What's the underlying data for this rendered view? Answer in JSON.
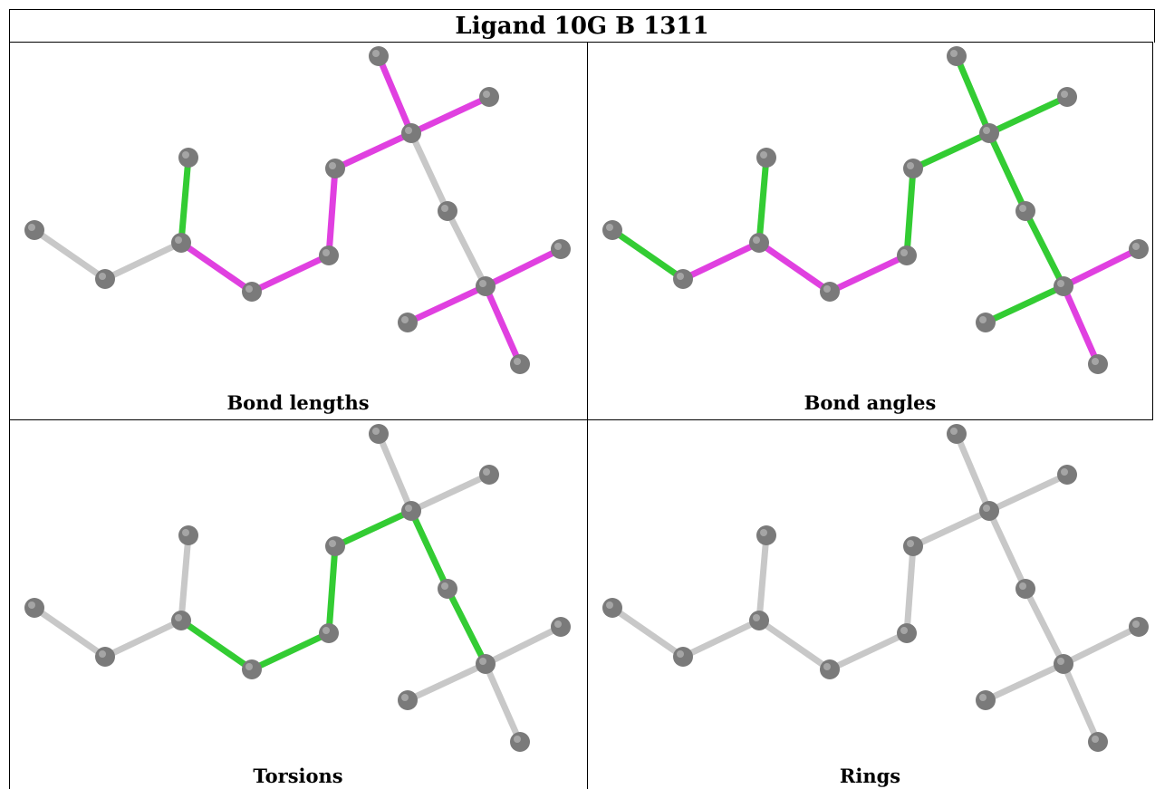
{
  "title": "Ligand 10G B 1311",
  "colors": {
    "atom": "#7a7a7a",
    "bond_default": "#c8c8c8",
    "bond_green": "#33cc33",
    "bond_magenta": "#e040e0"
  },
  "panels": [
    {
      "caption": "Bond lengths",
      "bond_colors": [
        "green",
        "magenta",
        "magenta",
        "magenta",
        "gray",
        "gray",
        "magenta",
        "magenta",
        "magenta",
        "magenta",
        "magenta",
        "magenta",
        "gray",
        "gray"
      ]
    },
    {
      "caption": "Bond angles",
      "bond_colors": [
        "green",
        "magenta",
        "magenta",
        "magenta",
        "magenta",
        "green",
        "green",
        "green",
        "green",
        "green",
        "green",
        "green",
        "magenta",
        "magenta"
      ]
    },
    {
      "caption": "Torsions",
      "bond_colors": [
        "gray",
        "green",
        "green",
        "gray",
        "gray",
        "gray",
        "green",
        "green",
        "gray",
        "gray",
        "green",
        "green",
        "gray",
        "gray"
      ]
    },
    {
      "caption": "Rings",
      "bond_colors": [
        "gray",
        "gray",
        "gray",
        "gray",
        "gray",
        "gray",
        "gray",
        "gray",
        "gray",
        "gray",
        "gray",
        "gray",
        "gray",
        "gray"
      ]
    }
  ]
}
